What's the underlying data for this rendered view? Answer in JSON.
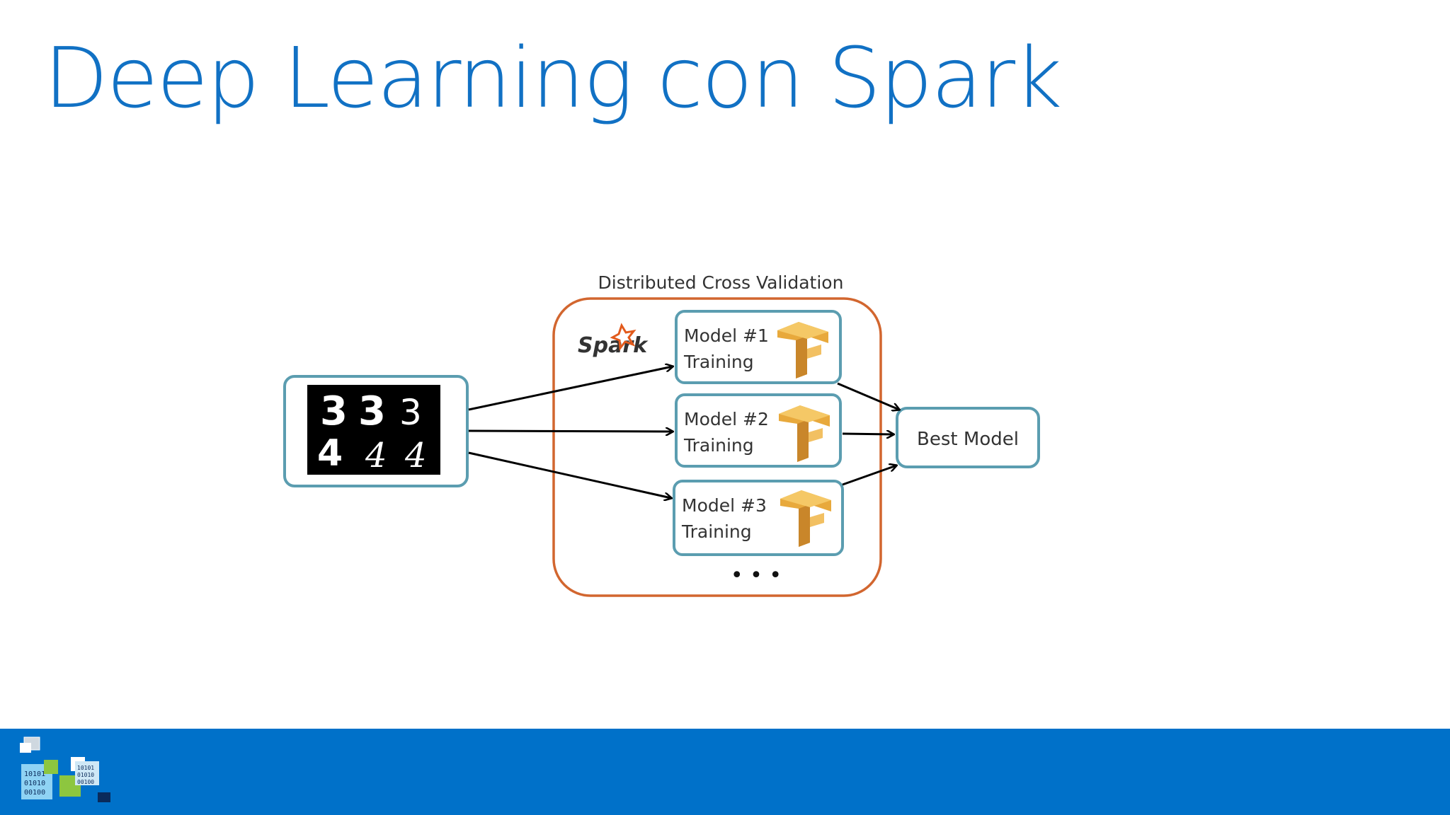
{
  "slide": {
    "title": "Deep Learning con Spark"
  },
  "diagram": {
    "cluster_label": "Distributed Cross Validation",
    "spark_logo_text": "Spark",
    "models": [
      {
        "line1": "Model #1",
        "line2": "Training"
      },
      {
        "line1": "Model #2",
        "line2": "Training"
      },
      {
        "line1": "Model #3",
        "line2": "Training"
      }
    ],
    "more_indicator": "• • •",
    "output_label": "Best Model",
    "digits_row1": [
      "3",
      "3",
      "3"
    ],
    "digits_row2": [
      "4",
      "4",
      "4"
    ],
    "colors": {
      "title": "#1171c4",
      "box_border": "#5b9db0",
      "cluster_border": "#d2662f",
      "tensorflow": "#e8a93c",
      "footer": "#0071c9"
    }
  },
  "footer": {
    "logo_bits": [
      "10101",
      "01010",
      "00100",
      "10101",
      "01010",
      "00100"
    ]
  }
}
